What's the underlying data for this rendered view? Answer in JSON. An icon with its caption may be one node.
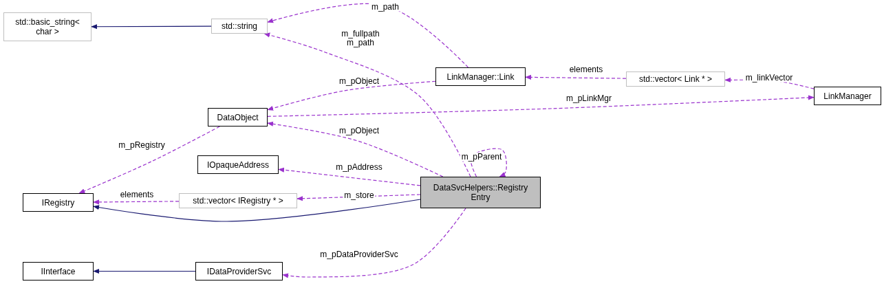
{
  "diagram": {
    "nodes": [
      {
        "text": [
          "std::basic_string< char >"
        ]
      },
      {
        "text": [
          "std::string"
        ]
      },
      {
        "text": [
          "LinkManager::Link"
        ]
      },
      {
        "text": [
          "std::vector< Link * >"
        ]
      },
      {
        "text": [
          "LinkManager"
        ]
      },
      {
        "text": [
          "DataObject"
        ]
      },
      {
        "text": [
          "IOpaqueAddress"
        ]
      },
      {
        "text": [
          "DataSvcHelpers::Registry Entry"
        ]
      },
      {
        "text": [
          "IRegistry"
        ]
      },
      {
        "text": [
          "std::vector< IRegistry * >"
        ]
      },
      {
        "text": [
          "IInterface"
        ]
      },
      {
        "text": [
          "IDataProviderSvc"
        ]
      }
    ],
    "edges": [
      {
        "from": 1,
        "to": 0,
        "arrow": "to",
        "color": "#191970"
      },
      {
        "from": 2,
        "to": 1,
        "arrow": "to",
        "label": "m_path",
        "style": "dashed"
      },
      {
        "from": 7,
        "to": 1,
        "arrow": "to",
        "label": "m_fullpath m_path",
        "style": "dashed"
      },
      {
        "from": 2,
        "to": 5,
        "arrow": "to",
        "label": "m_pObject",
        "style": "dashed"
      },
      {
        "from": 3,
        "to": 2,
        "arrow": "to",
        "label": "elements",
        "style": "dashed"
      },
      {
        "from": 4,
        "to": 3,
        "arrow": "to",
        "label": "m_linkVector",
        "style": "dashed"
      },
      {
        "from": 5,
        "to": 4,
        "arrow": "to",
        "label": "m_pLinkMgr",
        "style": "dashed"
      },
      {
        "from": 5,
        "to": 8,
        "arrow": "to",
        "label": "m_pRegistry",
        "style": "dashed"
      },
      {
        "from": 7,
        "to": 5,
        "arrow": "to",
        "label": "m_pObject",
        "style": "dashed"
      },
      {
        "from": 7,
        "to": 6,
        "arrow": "to",
        "label": "m_pAddress",
        "style": "dashed"
      },
      {
        "from": 7,
        "to": 7,
        "arrow": "to",
        "label": "m_pParent",
        "style": "dashed"
      },
      {
        "from": 9,
        "to": 8,
        "arrow": "to",
        "label": "elements",
        "style": "dashed"
      },
      {
        "from": 7,
        "to": 9,
        "arrow": "to",
        "label": "m_store",
        "style": "dashed"
      },
      {
        "from": 7,
        "to": 8,
        "arrow": "to",
        "color": "#191970"
      },
      {
        "from": 7,
        "to": 11,
        "arrow": "to",
        "label": "m_pDataProviderSvc",
        "style": "dashed"
      },
      {
        "from": 11,
        "to": 10,
        "arrow": "to",
        "color": "#191970"
      }
    ]
  }
}
